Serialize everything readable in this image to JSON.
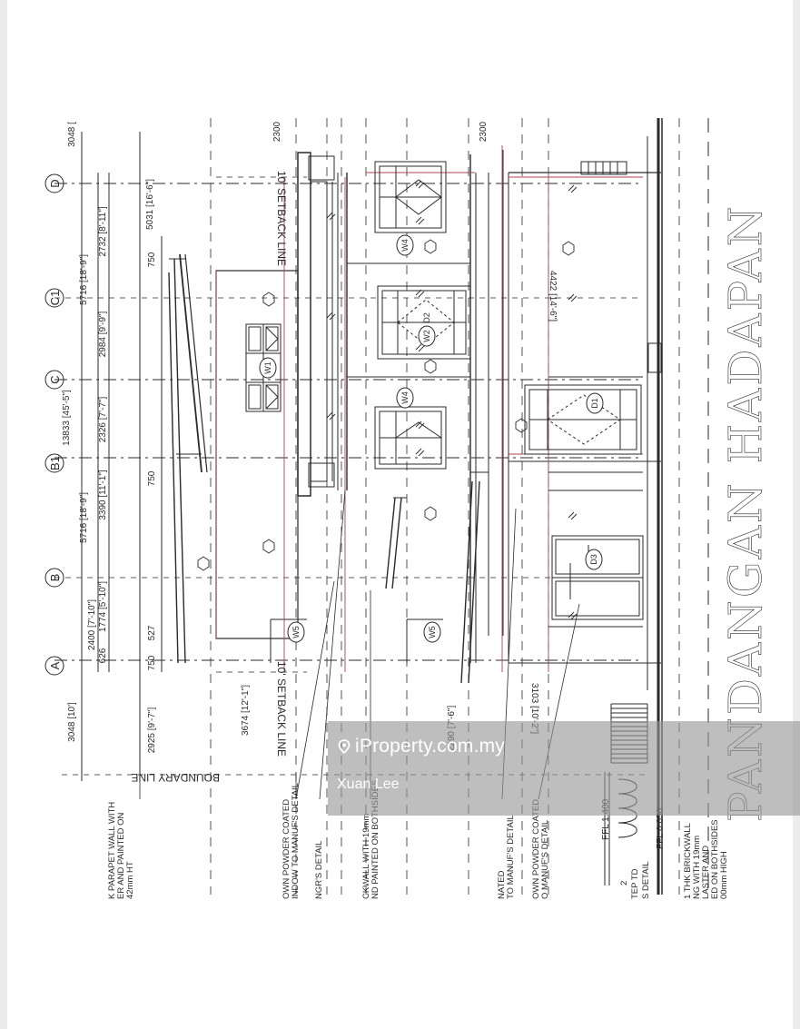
{
  "drawing": {
    "title": "PANDANGAN HADAPAN",
    "grid_labels": [
      "A",
      "B",
      "B1",
      "C",
      "C1",
      "D"
    ],
    "dimensions_top": [
      "3048 [10']",
      "2400 [7'-10\"]",
      "626",
      "1774 [5'-10\"]",
      "5716 [18'-9\"]",
      "3390 [11'-1\"]",
      "2326 [7'-7\"]",
      "13833 [45'-5\"]",
      "2984 [9'-9\"]",
      "5716 [18'-9\"]",
      "2732 [8'-11\"]",
      "5031 [16'-6\"]",
      "3048 ["
    ],
    "dimensions_misc": [
      "750",
      "527",
      "750",
      "750",
      "2925 [9'-7\"]",
      "3674 [12'-1\"]",
      "2290 [7'-6\"]",
      "3103 [10'-2\"]",
      "4422 [14'-6\"]",
      "2300",
      "2300"
    ],
    "lines": [
      "10' SETBACK LINE",
      "10' SETBACK LINE",
      "BOUNDARY LINE"
    ],
    "levels": [
      "FFL 1.400",
      "FFL 0.050"
    ],
    "tags": [
      "W1",
      "W2",
      "W4",
      "W4",
      "W5",
      "W5",
      "D1",
      "D2",
      "D3"
    ],
    "annotations": [
      "K PARAPET WALL WITH",
      "ER AND PAINTED ON",
      "42mm HT",
      "OWN POWDER COATED",
      "INDOW TO MANUF'S DETAIL",
      "NGR'S DETAIL",
      "CKWALL WITH 19mm",
      "ND PAINTED ON BOTHSIDES",
      "NATED",
      "TO MANUF'S DETAIL",
      "OWN POWDER COATED",
      "O MANUF'S DETAIL",
      "2",
      "TEP TD",
      "S DETAIL",
      "1 THK BRICKWALL",
      "NG WITH 19mm",
      "LASTER AND",
      "ED ON BOTHSIDES",
      "00mm HIGH"
    ]
  },
  "watermark": {
    "brand": "iProperty.com.my",
    "agent": "Xuan Lee"
  },
  "colors": {
    "background": "#ececec",
    "paper": "#ffffff",
    "ink": "#2a2a2a",
    "red_line": "#b04050",
    "watermark": "#969696"
  }
}
